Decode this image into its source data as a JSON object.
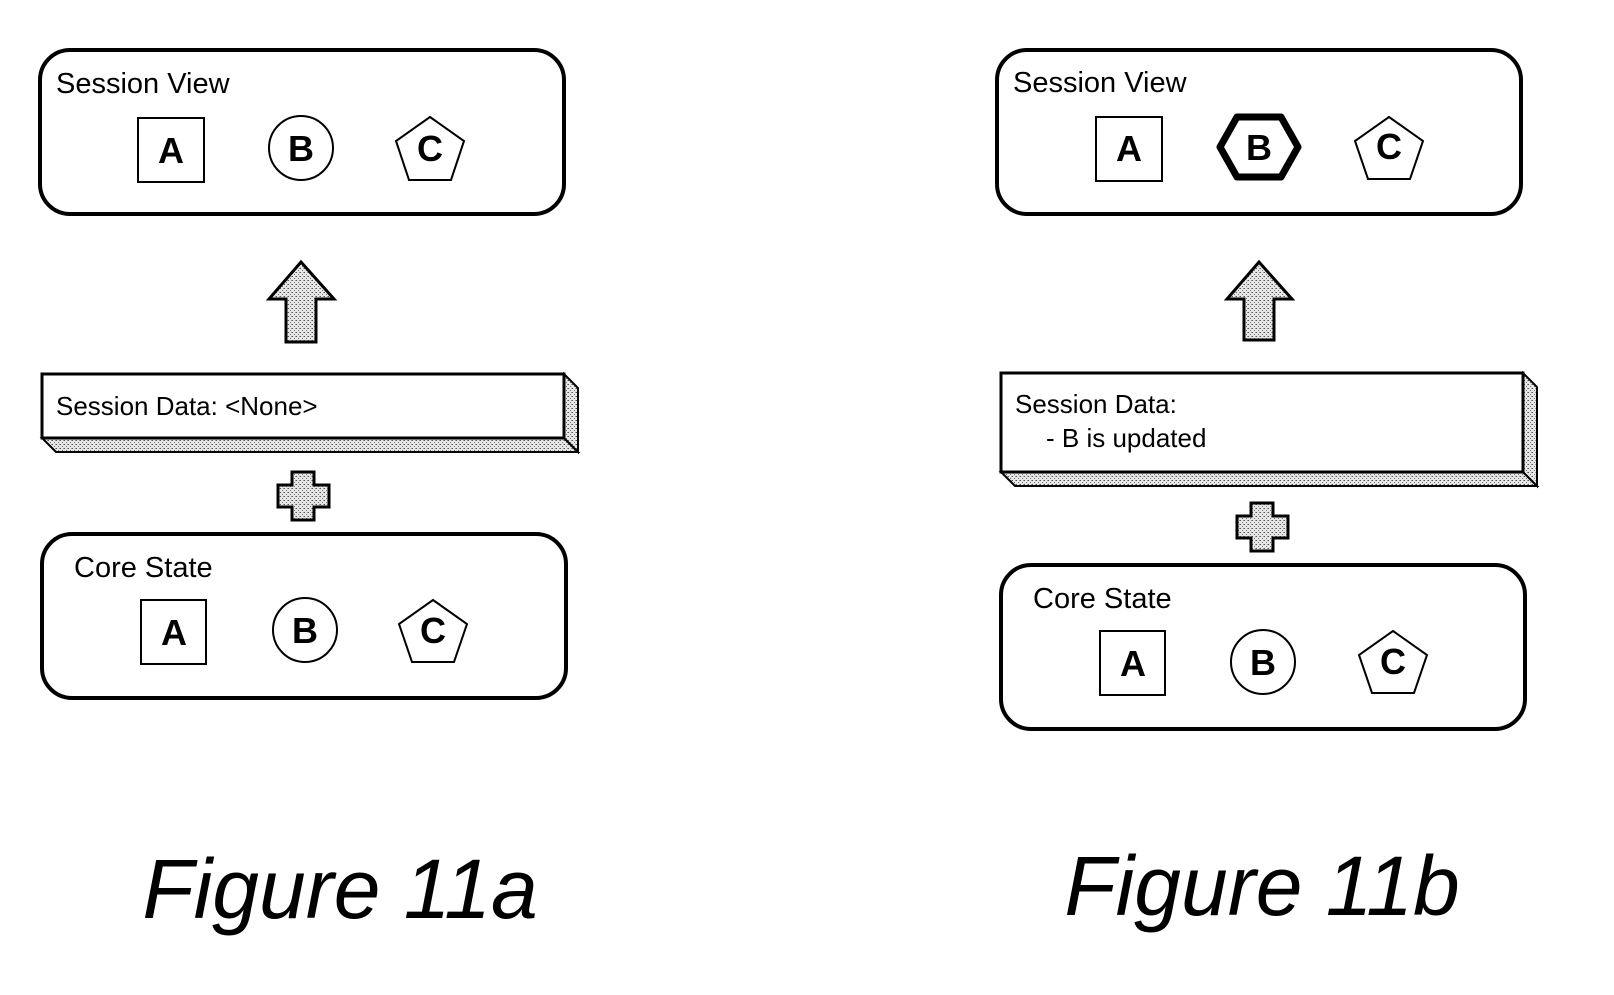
{
  "figures": [
    {
      "id": "11a",
      "caption": "Figure 11a",
      "session_view": {
        "title": "Session View",
        "items": [
          {
            "label": "A",
            "shape": "square",
            "highlighted": false
          },
          {
            "label": "B",
            "shape": "circle",
            "highlighted": false
          },
          {
            "label": "C",
            "shape": "pentagon",
            "highlighted": false
          }
        ]
      },
      "session_data": {
        "title": "Session Data: <None>",
        "entries": []
      },
      "core_state": {
        "title": "Core State",
        "items": [
          {
            "label": "A",
            "shape": "square"
          },
          {
            "label": "B",
            "shape": "circle"
          },
          {
            "label": "C",
            "shape": "pentagon"
          }
        ]
      },
      "arrow_icon": "up-arrow-icon",
      "plus_icon": "plus-icon"
    },
    {
      "id": "11b",
      "caption": "Figure 11b",
      "session_view": {
        "title": "Session View",
        "items": [
          {
            "label": "A",
            "shape": "square",
            "highlighted": false
          },
          {
            "label": "B",
            "shape": "hexagon",
            "highlighted": true
          },
          {
            "label": "C",
            "shape": "pentagon",
            "highlighted": false
          }
        ]
      },
      "session_data": {
        "title": "Session Data:",
        "entries": [
          "- B is updated"
        ]
      },
      "core_state": {
        "title": "Core State",
        "items": [
          {
            "label": "A",
            "shape": "square"
          },
          {
            "label": "B",
            "shape": "circle"
          },
          {
            "label": "C",
            "shape": "pentagon"
          }
        ]
      },
      "arrow_icon": "up-arrow-icon",
      "plus_icon": "plus-icon"
    }
  ],
  "colors": {
    "stroke": "#000000",
    "fill": "#ffffff",
    "stipple": "#bdbdbd"
  }
}
